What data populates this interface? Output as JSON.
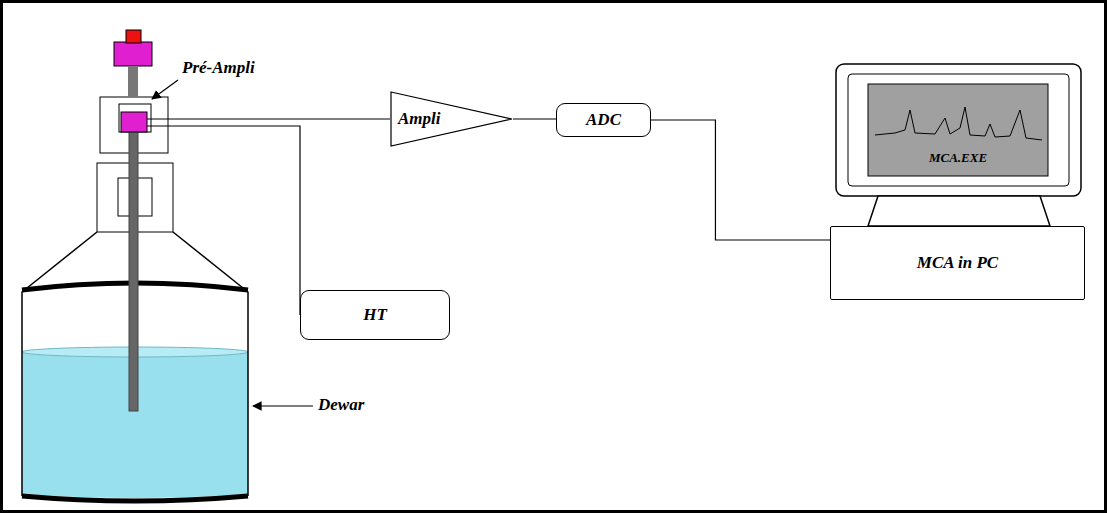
{
  "diagram": {
    "nodes": [
      {
        "text": [
          "HT"
        ]
      },
      {
        "text": [
          "Ampli"
        ]
      },
      {
        "text": [
          "ADC"
        ]
      },
      {
        "text": [
          "MCA in PC"
        ]
      }
    ],
    "edges": [
      {
        "from": 1,
        "to": 2,
        "arrow": "none"
      },
      {
        "from": 2,
        "to": 3,
        "arrow": "none"
      }
    ],
    "labels": [
      "Pré-Ampli",
      "Dewar",
      "MCA.EXE"
    ]
  }
}
